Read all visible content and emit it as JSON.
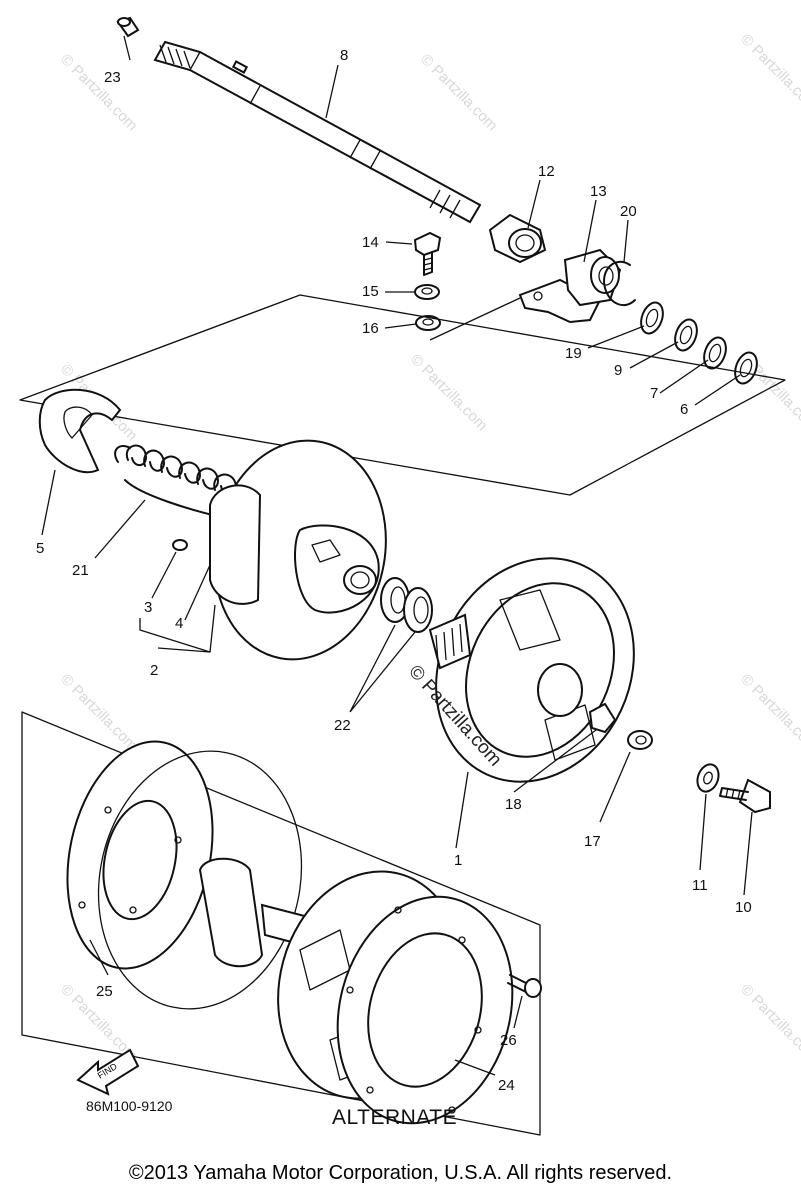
{
  "diagram": {
    "callouts": [
      "1",
      "2",
      "3",
      "4",
      "5",
      "6",
      "7",
      "8",
      "9",
      "10",
      "11",
      "12",
      "13",
      "14",
      "15",
      "16",
      "17",
      "18",
      "19",
      "20",
      "21",
      "22",
      "23",
      "24",
      "25",
      "26"
    ],
    "figure_code": "86M100-9120",
    "alternate_label": "ALTERNATE",
    "find_label": "FIND",
    "watermark": "© Partzilla.com",
    "copyright": "©2013 Yamaha Motor Corporation, U.S.A. All rights reserved."
  }
}
